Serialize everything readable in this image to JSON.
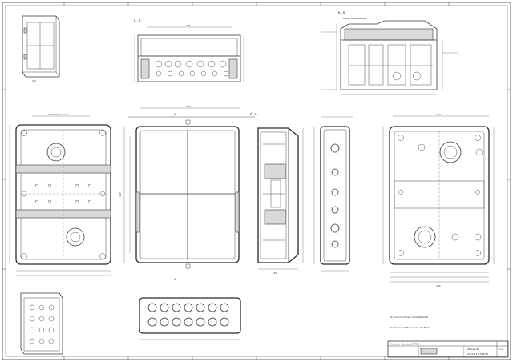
{
  "sections": {
    "section_bb": "B - B",
    "section_aa_top": "A - A",
    "section_a_marker_top": "A",
    "section_a_marker_bottom": "A",
    "detail_label": "Detail ohne Deckel"
  },
  "notes": {
    "line1": "Technische Daten siehe Beiblatt",
    "line2": "Zeichnung ist Eigentum der Firma"
  },
  "title_block": {
    "row1": "Verteiler Kunststoff IP65",
    "row2": "Mittelgroß",
    "row3": "Art.-Nr. 27-334-57",
    "scale": "1:2"
  },
  "dimensions": {
    "top_width": "245",
    "front_width": "300",
    "front_height": "407",
    "side_depth": "150",
    "right_width": "310",
    "back_width": "285"
  }
}
